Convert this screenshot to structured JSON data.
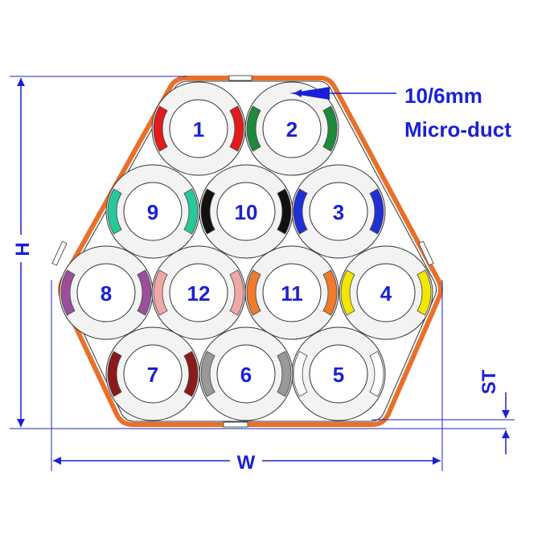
{
  "callout": {
    "line1": "10/6mm",
    "line2": "Micro-duct"
  },
  "dimensions": {
    "height": "H",
    "width": "W",
    "sheath_thickness": "ST"
  },
  "ducts": [
    {
      "label": "1",
      "color": "#e31b1b"
    },
    {
      "label": "2",
      "color": "#1e8a3c"
    },
    {
      "label": "3",
      "color": "#1f2fd6"
    },
    {
      "label": "4",
      "color": "#f3e600"
    },
    {
      "label": "5",
      "color": "#ffffff"
    },
    {
      "label": "6",
      "color": "#999999"
    },
    {
      "label": "7",
      "color": "#8b1a1a"
    },
    {
      "label": "8",
      "color": "#9b4f9b"
    },
    {
      "label": "9",
      "color": "#26c99a"
    },
    {
      "label": "10",
      "color": "#111111"
    },
    {
      "label": "11",
      "color": "#ee7a2a"
    },
    {
      "label": "12",
      "color": "#f2a7a7"
    }
  ],
  "colors": {
    "sheath": "#e8702a",
    "dimension_line": "#1a20d8",
    "duct_outline": "#333333",
    "duct_fill": "#f3f3f3",
    "inner_fill": "#ffffff"
  }
}
